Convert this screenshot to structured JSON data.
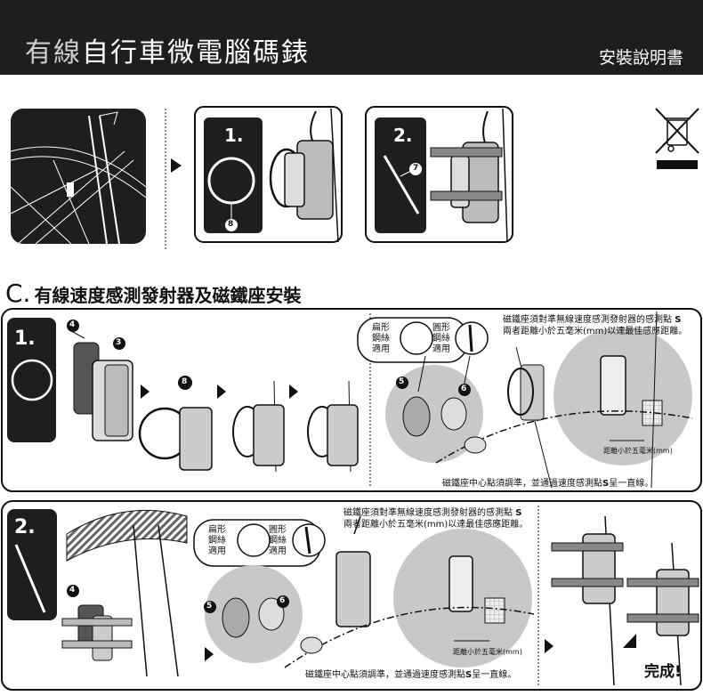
{
  "header": {
    "title_light": "有線",
    "title_main": "自行車微電腦碼錶",
    "subtitle": "安裝說明書"
  },
  "top_steps": {
    "step1_num": "1.",
    "step2_num": "2.",
    "part_8": "8",
    "part_7": "7"
  },
  "section_c": {
    "letter": "C.",
    "title": "有線速度感測發射器及磁鐵座安裝"
  },
  "panel1": {
    "num": "1.",
    "part_4": "4",
    "part_3": "3",
    "part_8": "8",
    "part_5": "5",
    "part_6": "6",
    "flat_label": [
      "扁形",
      "鋼絲",
      "適用"
    ],
    "round_label": [
      "圓形",
      "鋼絲",
      "適用"
    ],
    "note_top_1": "磁鐵座須對準無線速度感測發射器的感測點",
    "note_top_2": "兩者距離小於五毫米(mm)以達最佳感應距離。",
    "s_mark": "S",
    "distance": "距離小於五毫米(mm)",
    "bottom_note": "磁鐵座中心點須調準，並通過速度感測點",
    "bottom_note_end": "呈一直線。"
  },
  "panel2": {
    "num": "2.",
    "part_4": "4",
    "part_5": "5",
    "part_6": "6",
    "flat_label": [
      "扁形",
      "鋼絲",
      "適用"
    ],
    "round_label": [
      "圓形",
      "鋼絲",
      "適用"
    ],
    "note_top_1": "磁鐵座須對準無線速度感測發射器的感測點",
    "note_top_2": "兩者距離小於五毫米(mm)以達最佳感應距離。",
    "s_mark": "S",
    "distance": "距離小於五毫米(mm)",
    "bottom_note": "磁鐵座中心點須調準，並通過速度感測點",
    "bottom_note_end": "呈一直線。",
    "done": "完成!"
  },
  "colors": {
    "header_bg": "#1e1e1e",
    "panel_dark": "#1e1e1e",
    "circle_gray": "#c8c8c8"
  }
}
